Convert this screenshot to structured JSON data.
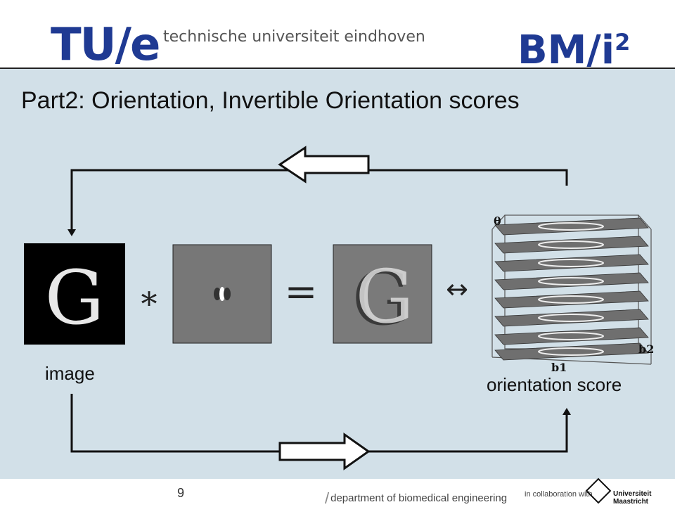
{
  "header": {
    "logo_tue": "TU/e",
    "tagline": "technische universiteit eindhoven",
    "logo_bmi": "BM/i",
    "logo_bmi_sup": "2"
  },
  "slide": {
    "title": "Part2: Orientation,   Invertible Orientation scores",
    "image_label": "image",
    "score_label": "orientation score",
    "op_convolve": "*",
    "op_equals": "=",
    "op_leftright": "↔",
    "axis_theta": "θ",
    "axis_b1": "b1",
    "axis_b2": "b2",
    "glyph": "G"
  },
  "footer": {
    "page_number": "9",
    "department": "department of biomedical engineering",
    "collab": "in collaboration with",
    "um_name": "Universiteit Maastricht"
  }
}
